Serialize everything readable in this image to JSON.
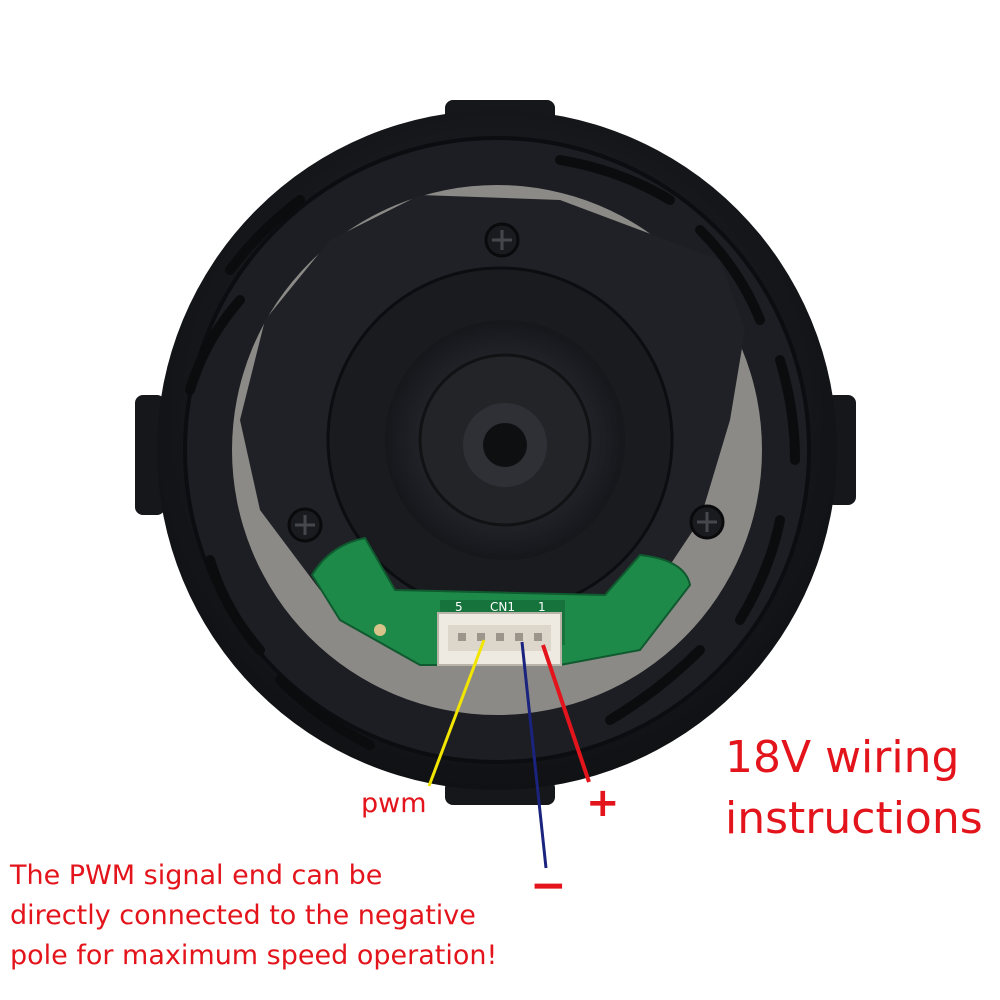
{
  "title": {
    "line1": "18V wiring",
    "line2": "instructions"
  },
  "wires": {
    "pwm": {
      "label": "pwm",
      "color": "#f2e600"
    },
    "positive": {
      "label": "+",
      "color": "#e3141b"
    },
    "negative": {
      "label": "−",
      "color": "#1a237e"
    }
  },
  "connector": {
    "label": "CN1",
    "pin_first": "5",
    "pin_last": "1"
  },
  "note": {
    "line1": "The PWM signal end can be",
    "line2": "directly connected to the negative",
    "line3": "pole for maximum speed operation!"
  },
  "colors": {
    "text_red": "#e3141b",
    "motor_body": "#1b1d22",
    "pcb_green": "#1e8a4a"
  }
}
